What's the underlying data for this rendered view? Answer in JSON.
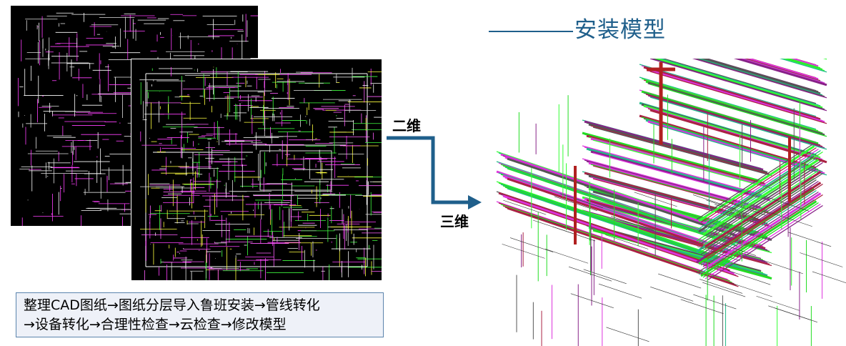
{
  "title": {
    "text": "安装模型"
  },
  "labels": {
    "two_d": "二维",
    "three_d": "三维"
  },
  "flow": {
    "line1": "整理CAD图纸→图纸分层导入鲁班安装→管线转化",
    "line2": "→设备转化→合理性检查→云检查→修改模型"
  },
  "colors": {
    "accent": "#1f5f8b",
    "arrow": "#1f5f8b",
    "box_border": "#5b84ad",
    "box_fill": "#eef1f8"
  }
}
